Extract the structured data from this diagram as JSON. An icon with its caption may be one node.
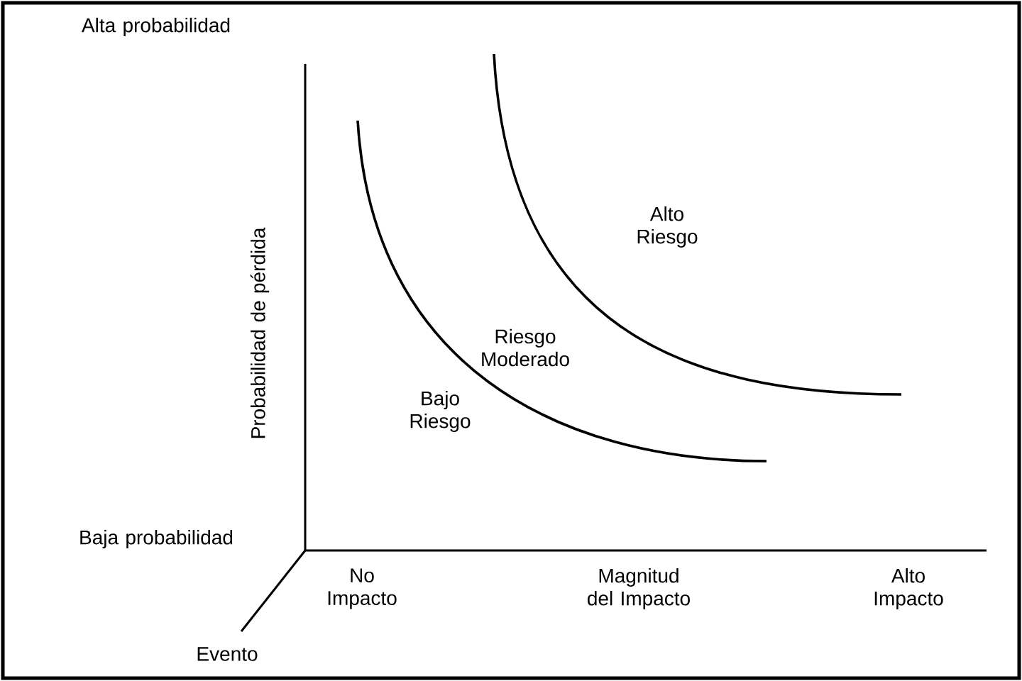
{
  "diagram": {
    "labels": [
      "Alta probabilidad",
      "Alto Riesgo",
      "Riesgo Moderado",
      "Probabilidad de pérdida",
      "Bajo Riesgo",
      "Baja probabilidad",
      "No Impacto",
      "Magnitud del Impacto",
      "Alto Impacto",
      "Evento"
    ]
  }
}
